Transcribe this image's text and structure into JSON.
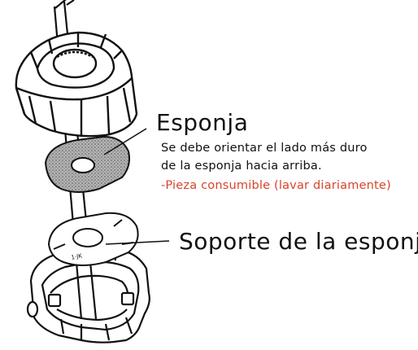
{
  "colors": {
    "line": "#111111",
    "sponge_fill": "#9a9a9a",
    "accent_red": "#d9432b"
  },
  "labels": {
    "sponge_title": "Esponja",
    "sponge_note_line1": "Se debe orientar el lado más duro",
    "sponge_note_line2": "de la esponja hacia arriba.",
    "sponge_consumable": "-Pieza consumible (lavar diariamente)",
    "holder_title": "Soporte de la esponja"
  },
  "parts": {
    "cap": "cap-cone",
    "sponge": "sponge-disc",
    "holder": "sponge-holder-ring",
    "base": "base-housing",
    "rod": "center-rod"
  }
}
